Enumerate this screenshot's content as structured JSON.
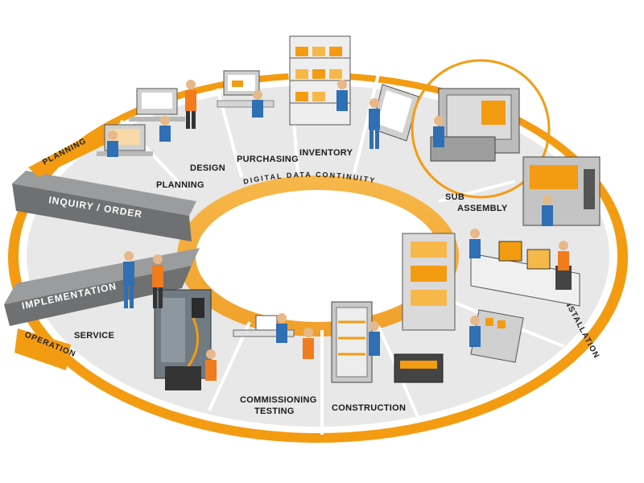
{
  "colors": {
    "accent": "#f39c12",
    "accent_light": "#f7b84a",
    "gray_band": "#808284",
    "platform": "#e6e6e6",
    "worker_shirt": "#2f6fb3",
    "worker_vest": "#f07c1e"
  },
  "center_label": "DIGITAL DATA CONTINUITY",
  "bands": {
    "inquiry": "INQUIRY / ORDER",
    "implementation": "IMPLEMENTATION"
  },
  "tags": {
    "planning": "PLANNING",
    "operation": "OPERATION",
    "installation": "INSTALLATION"
  },
  "stages": {
    "planning": "PLANNING",
    "design": "DESIGN",
    "purchasing": "PURCHASING",
    "inventory": "INVENTORY",
    "sub": "SUB",
    "assembly": "ASSEMBLY",
    "construction": "CONSTRUCTION",
    "commissioning": "COMMISSIONING",
    "testing": "TESTING",
    "service": "SERVICE"
  },
  "icons": {
    "highlight": "magnifier-circle-icon",
    "worker": "worker-icon",
    "workstation": "workstation-icon",
    "shelf": "shelf-icon",
    "cabinet": "control-cabinet-icon",
    "machine": "machine-icon"
  }
}
